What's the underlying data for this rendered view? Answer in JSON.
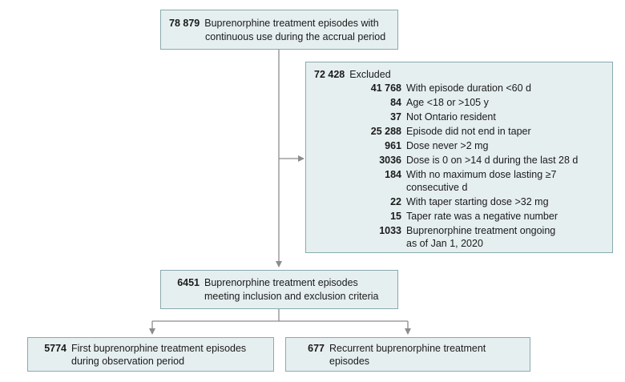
{
  "top": {
    "count": "78 879",
    "text_line1": "Buprenorphine treatment episodes with",
    "text_line2": "continuous use during the accrual period"
  },
  "excluded": {
    "count": "72 428",
    "label": "Excluded",
    "reasons": [
      {
        "count": "41 768",
        "line1": "With episode duration <60 d",
        "line2": ""
      },
      {
        "count": "84",
        "line1": "Age <18 or >105 y",
        "line2": ""
      },
      {
        "count": "37",
        "line1": "Not Ontario resident",
        "line2": ""
      },
      {
        "count": "25 288",
        "line1": "Episode did not end in taper",
        "line2": ""
      },
      {
        "count": "961",
        "line1": "Dose never >2 mg",
        "line2": ""
      },
      {
        "count": "3036",
        "line1": "Dose is 0 on >14 d during the last 28 d",
        "line2": ""
      },
      {
        "count": "184",
        "line1": "With no maximum dose lasting ≥7",
        "line2": "consecutive d"
      },
      {
        "count": "22",
        "line1": "With taper starting dose >32 mg",
        "line2": ""
      },
      {
        "count": "15",
        "line1": "Taper rate was a negative number",
        "line2": ""
      },
      {
        "count": "1033",
        "line1": "Buprenorphine treatment ongoing",
        "line2": "as of Jan 1, 2020"
      }
    ]
  },
  "middle": {
    "count": "6451",
    "text_line1": "Buprenorphine treatment episodes",
    "text_line2": "meeting inclusion and exclusion criteria"
  },
  "bottom_left": {
    "count": "5774",
    "text_line1": "First buprenorphine treatment episodes",
    "text_line2": "during observation period"
  },
  "bottom_right": {
    "count": "677",
    "text_line1": "Recurrent buprenorphine treatment",
    "text_line2": "episodes"
  },
  "colors": {
    "box_fill": "#e6eff0",
    "box_border": "#8aa9ad",
    "connector": "#8c8c8c"
  }
}
